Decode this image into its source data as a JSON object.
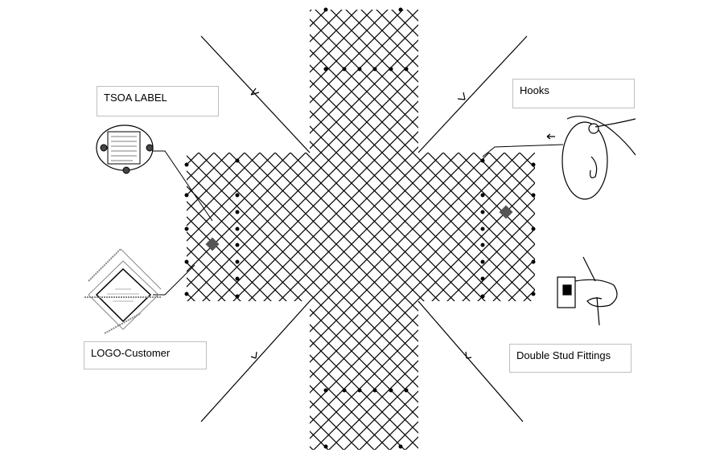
{
  "labels": {
    "tsoa": "TSOA LABEL",
    "hooks": "Hooks",
    "logo": "LOGO-Customer",
    "double_stud": "Double Stud Fittings"
  },
  "colors": {
    "line": "#000000",
    "box_border": "#bfbfbf"
  }
}
